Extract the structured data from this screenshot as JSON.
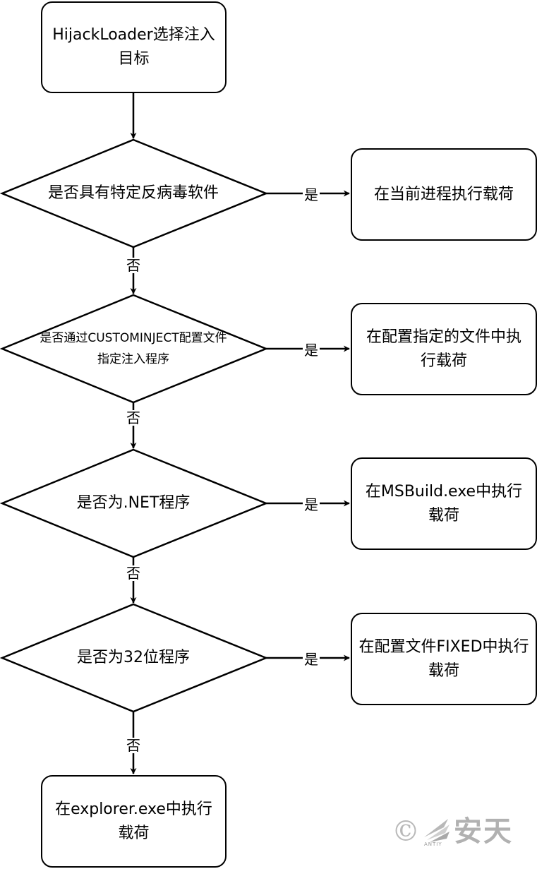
{
  "start": {
    "label": "HijackLoader选择注入目标"
  },
  "decisions": [
    {
      "label": "是否具有特定反病毒软件",
      "yes_label": "是",
      "no_label": "否"
    },
    {
      "label": "是否通过CUSTOMINJECT配置文件指定注入程序",
      "yes_label": "是",
      "no_label": "否"
    },
    {
      "label": "是否为.NET程序",
      "yes_label": "是",
      "no_label": "否"
    },
    {
      "label": "是否为32位程序",
      "yes_label": "是",
      "no_label": "否"
    }
  ],
  "actions": [
    {
      "label": "在当前进程执行载荷"
    },
    {
      "label": "在配置指定的文件中执行载荷"
    },
    {
      "label": "在MSBuild.exe中执行载荷"
    },
    {
      "label": "在配置文件FIXED中执行载荷"
    }
  ],
  "end": {
    "label": "在explorer.exe中执行载荷"
  },
  "watermark": {
    "symbol": "©",
    "sub": "ANTIY",
    "name": "安天"
  },
  "colors": {
    "stroke": "#000000",
    "background": "#ffffff",
    "watermark": "#b1b1b1"
  }
}
